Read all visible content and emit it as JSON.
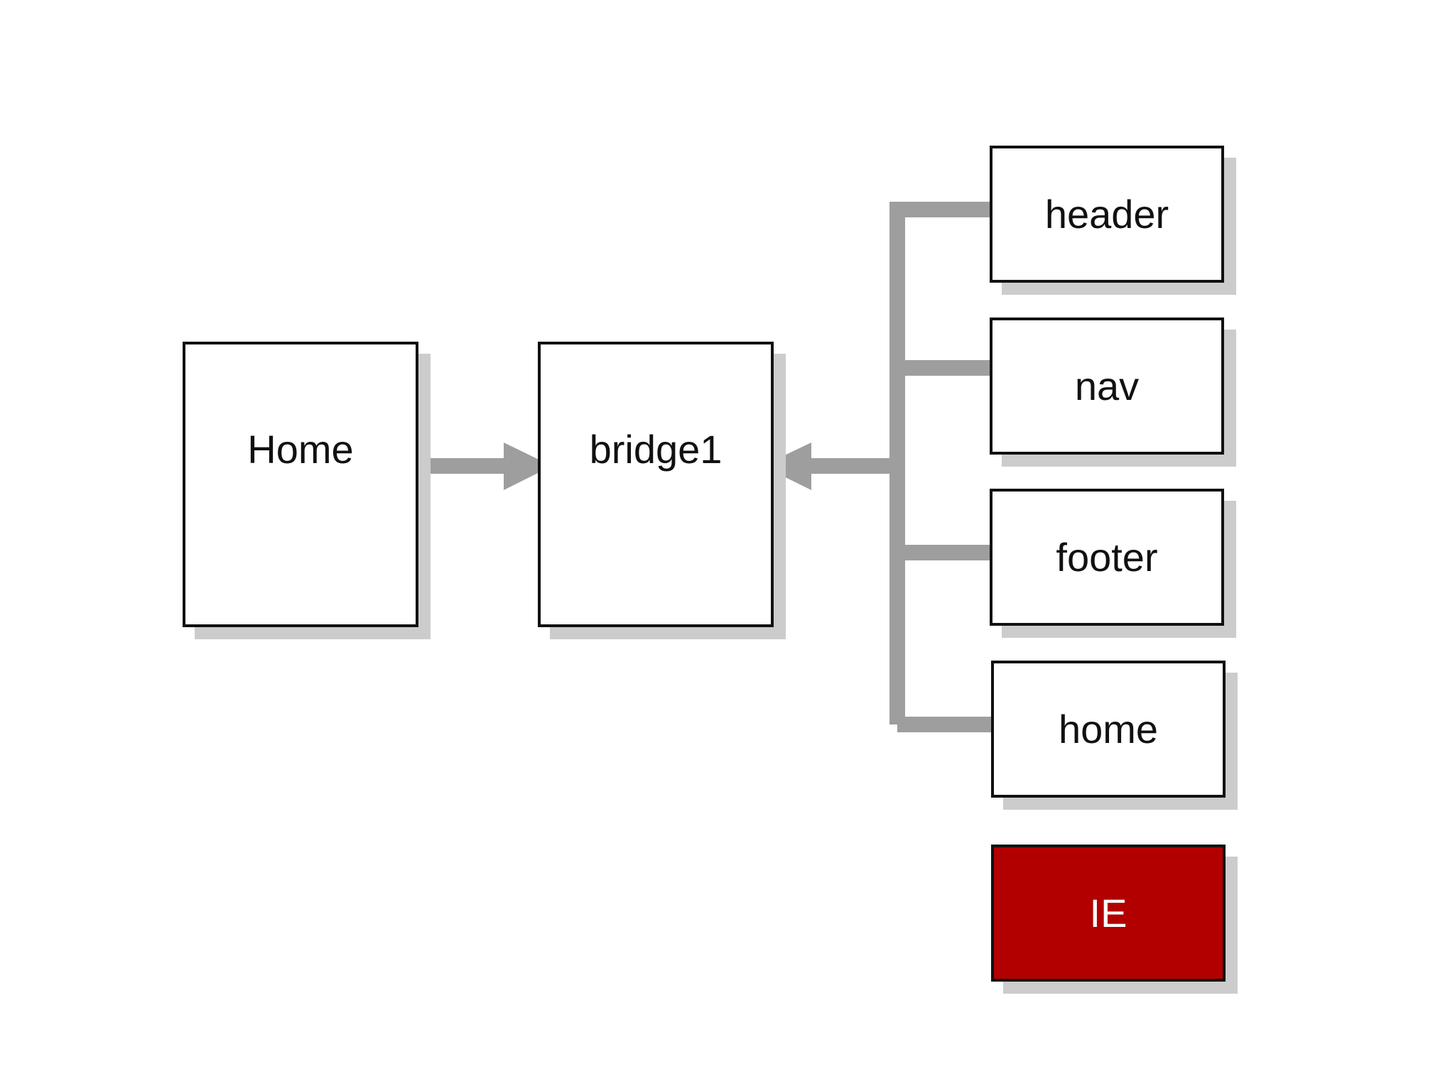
{
  "diagram": {
    "nodes": [
      {
        "id": "home_page",
        "label": "Home"
      },
      {
        "id": "bridge1",
        "label": "bridge1"
      },
      {
        "id": "header",
        "label": "header"
      },
      {
        "id": "nav",
        "label": "nav"
      },
      {
        "id": "footer",
        "label": "footer"
      },
      {
        "id": "home_partial",
        "label": "home"
      },
      {
        "id": "ie",
        "label": "IE"
      }
    ],
    "edges": [
      {
        "from": "Home",
        "to": "bridge1"
      },
      {
        "from": "header",
        "to": "bridge1"
      },
      {
        "from": "nav",
        "to": "bridge1"
      },
      {
        "from": "footer",
        "to": "bridge1"
      },
      {
        "from": "home",
        "to": "bridge1"
      }
    ]
  },
  "colors": {
    "connector": "#9e9e9e",
    "shadow": "#cccccc",
    "border": "#111111",
    "alert_fill": "#b20000"
  }
}
